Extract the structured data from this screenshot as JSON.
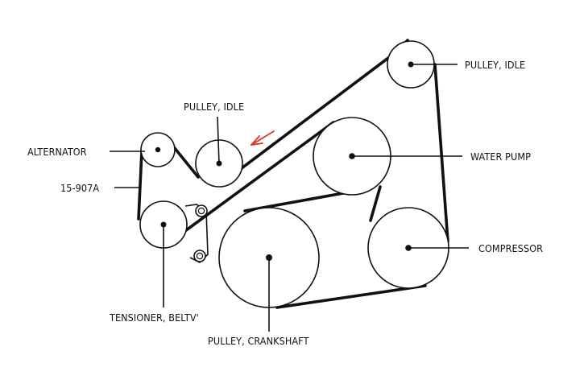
{
  "labels": {
    "pulley_idle_top": "PULLEY, IDLE",
    "pulley_idle_mid": "PULLEY, IDLE",
    "alternator": "ALTERNATOR",
    "belt_part_number": "15-907A",
    "water_pump": "WATER PUMP",
    "compressor": "COMPRESSOR",
    "tensioner": "TENSIONER, BELTV'",
    "crankshaft": "PULLEY, CRANKSHAFT"
  },
  "colors": {
    "line": "#111111",
    "background": "#ffffff",
    "annotation_arrow": "#e0352b"
  }
}
